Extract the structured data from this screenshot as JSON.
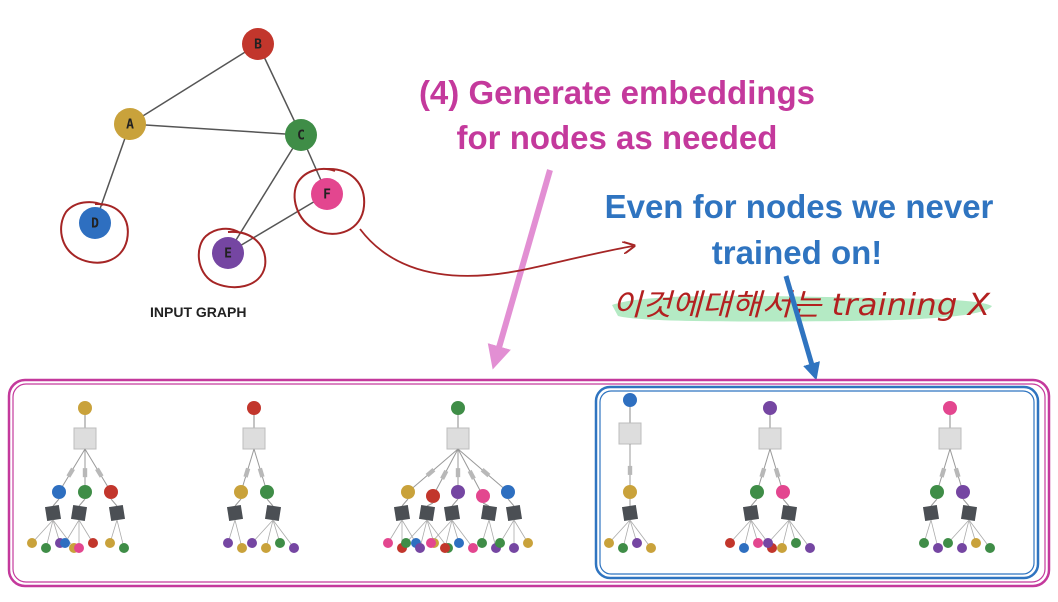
{
  "input_graph": {
    "caption": "INPUT GRAPH",
    "nodes": [
      {
        "id": "A",
        "color": "#c9a23b"
      },
      {
        "id": "B",
        "color": "#c2362c"
      },
      {
        "id": "C",
        "color": "#3f8d47"
      },
      {
        "id": "D",
        "color": "#2e6fc0"
      },
      {
        "id": "E",
        "color": "#7546a2"
      },
      {
        "id": "F",
        "color": "#e3468f"
      }
    ],
    "edges": [
      [
        "A",
        "B"
      ],
      [
        "A",
        "C"
      ],
      [
        "B",
        "C"
      ],
      [
        "A",
        "D"
      ],
      [
        "C",
        "E"
      ],
      [
        "C",
        "F"
      ],
      [
        "E",
        "F"
      ]
    ],
    "circled": [
      "D",
      "E",
      "F"
    ]
  },
  "annotations": {
    "step_title_line1": "(4) Generate embeddings",
    "step_title_line2": "for nodes as needed",
    "note_line1": "Even for nodes we never",
    "note_line2": "trained on!",
    "handwritten": "이것에대해서는 training X"
  },
  "colors": {
    "magenta": "#c4399c",
    "blue": "#2f74c0",
    "red_ink": "#b32020",
    "highlight": "#9be3b0",
    "aggregator_box": "#dddddd",
    "inner_box": "#4b4f54"
  },
  "computation_graphs": [
    {
      "target": "A",
      "inner_nodes": [
        "D",
        "C",
        "B"
      ]
    },
    {
      "target": "B",
      "inner_nodes": [
        "A",
        "C"
      ]
    },
    {
      "target": "C",
      "inner_nodes": [
        "A",
        "B",
        "E",
        "F",
        "D"
      ]
    },
    {
      "target": "D",
      "inner_nodes": [
        "A"
      ]
    },
    {
      "target": "E",
      "inner_nodes": [
        "C",
        "F"
      ]
    },
    {
      "target": "F",
      "inner_nodes": [
        "C",
        "E"
      ]
    }
  ]
}
